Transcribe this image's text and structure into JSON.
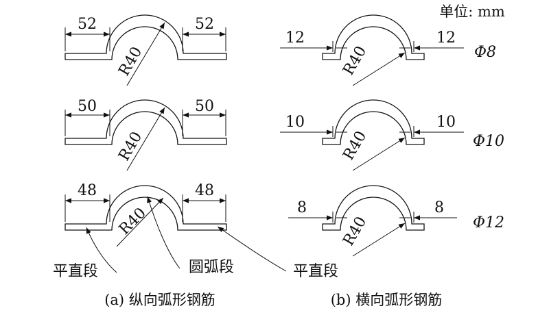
{
  "unit_label": "单位: mm",
  "panel_a": {
    "caption": "(a) 纵向弧形钢筋",
    "rows": [
      {
        "left_dim": "52",
        "right_dim": "52",
        "radius": "R40"
      },
      {
        "left_dim": "50",
        "right_dim": "50",
        "radius": "R40"
      },
      {
        "left_dim": "48",
        "right_dim": "48",
        "radius": "R40"
      }
    ],
    "labels": {
      "straight_left": "平直段",
      "arc": "圆弧段",
      "straight_right": "平直段"
    }
  },
  "panel_b": {
    "caption": "(b) 横向弧形钢筋",
    "rows": [
      {
        "left_dim": "12",
        "right_dim": "12",
        "radius": "R40",
        "diameter": "Φ8"
      },
      {
        "left_dim": "10",
        "right_dim": "10",
        "radius": "R40",
        "diameter": "Φ10"
      },
      {
        "left_dim": "8",
        "right_dim": "8",
        "radius": "R40",
        "diameter": "Φ12"
      }
    ]
  }
}
